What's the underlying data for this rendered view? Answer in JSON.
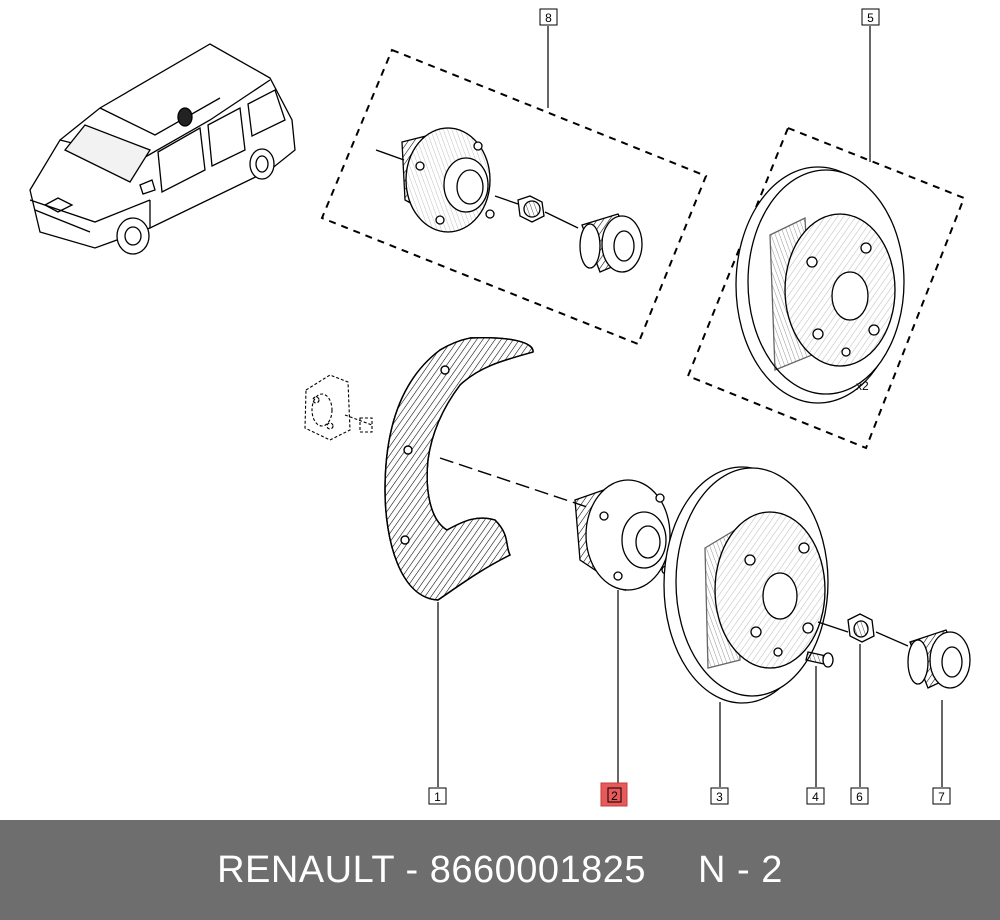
{
  "callouts": {
    "c1": "1",
    "c2": "2",
    "c3": "3",
    "c4": "4",
    "c5": "5",
    "c6": "6",
    "c7": "7",
    "c8": "8"
  },
  "highlight_color": "#e85a5a",
  "quantity_label": "x2",
  "footer": {
    "brand_part": "RENAULT - 8660001825",
    "position": "N - 2"
  }
}
